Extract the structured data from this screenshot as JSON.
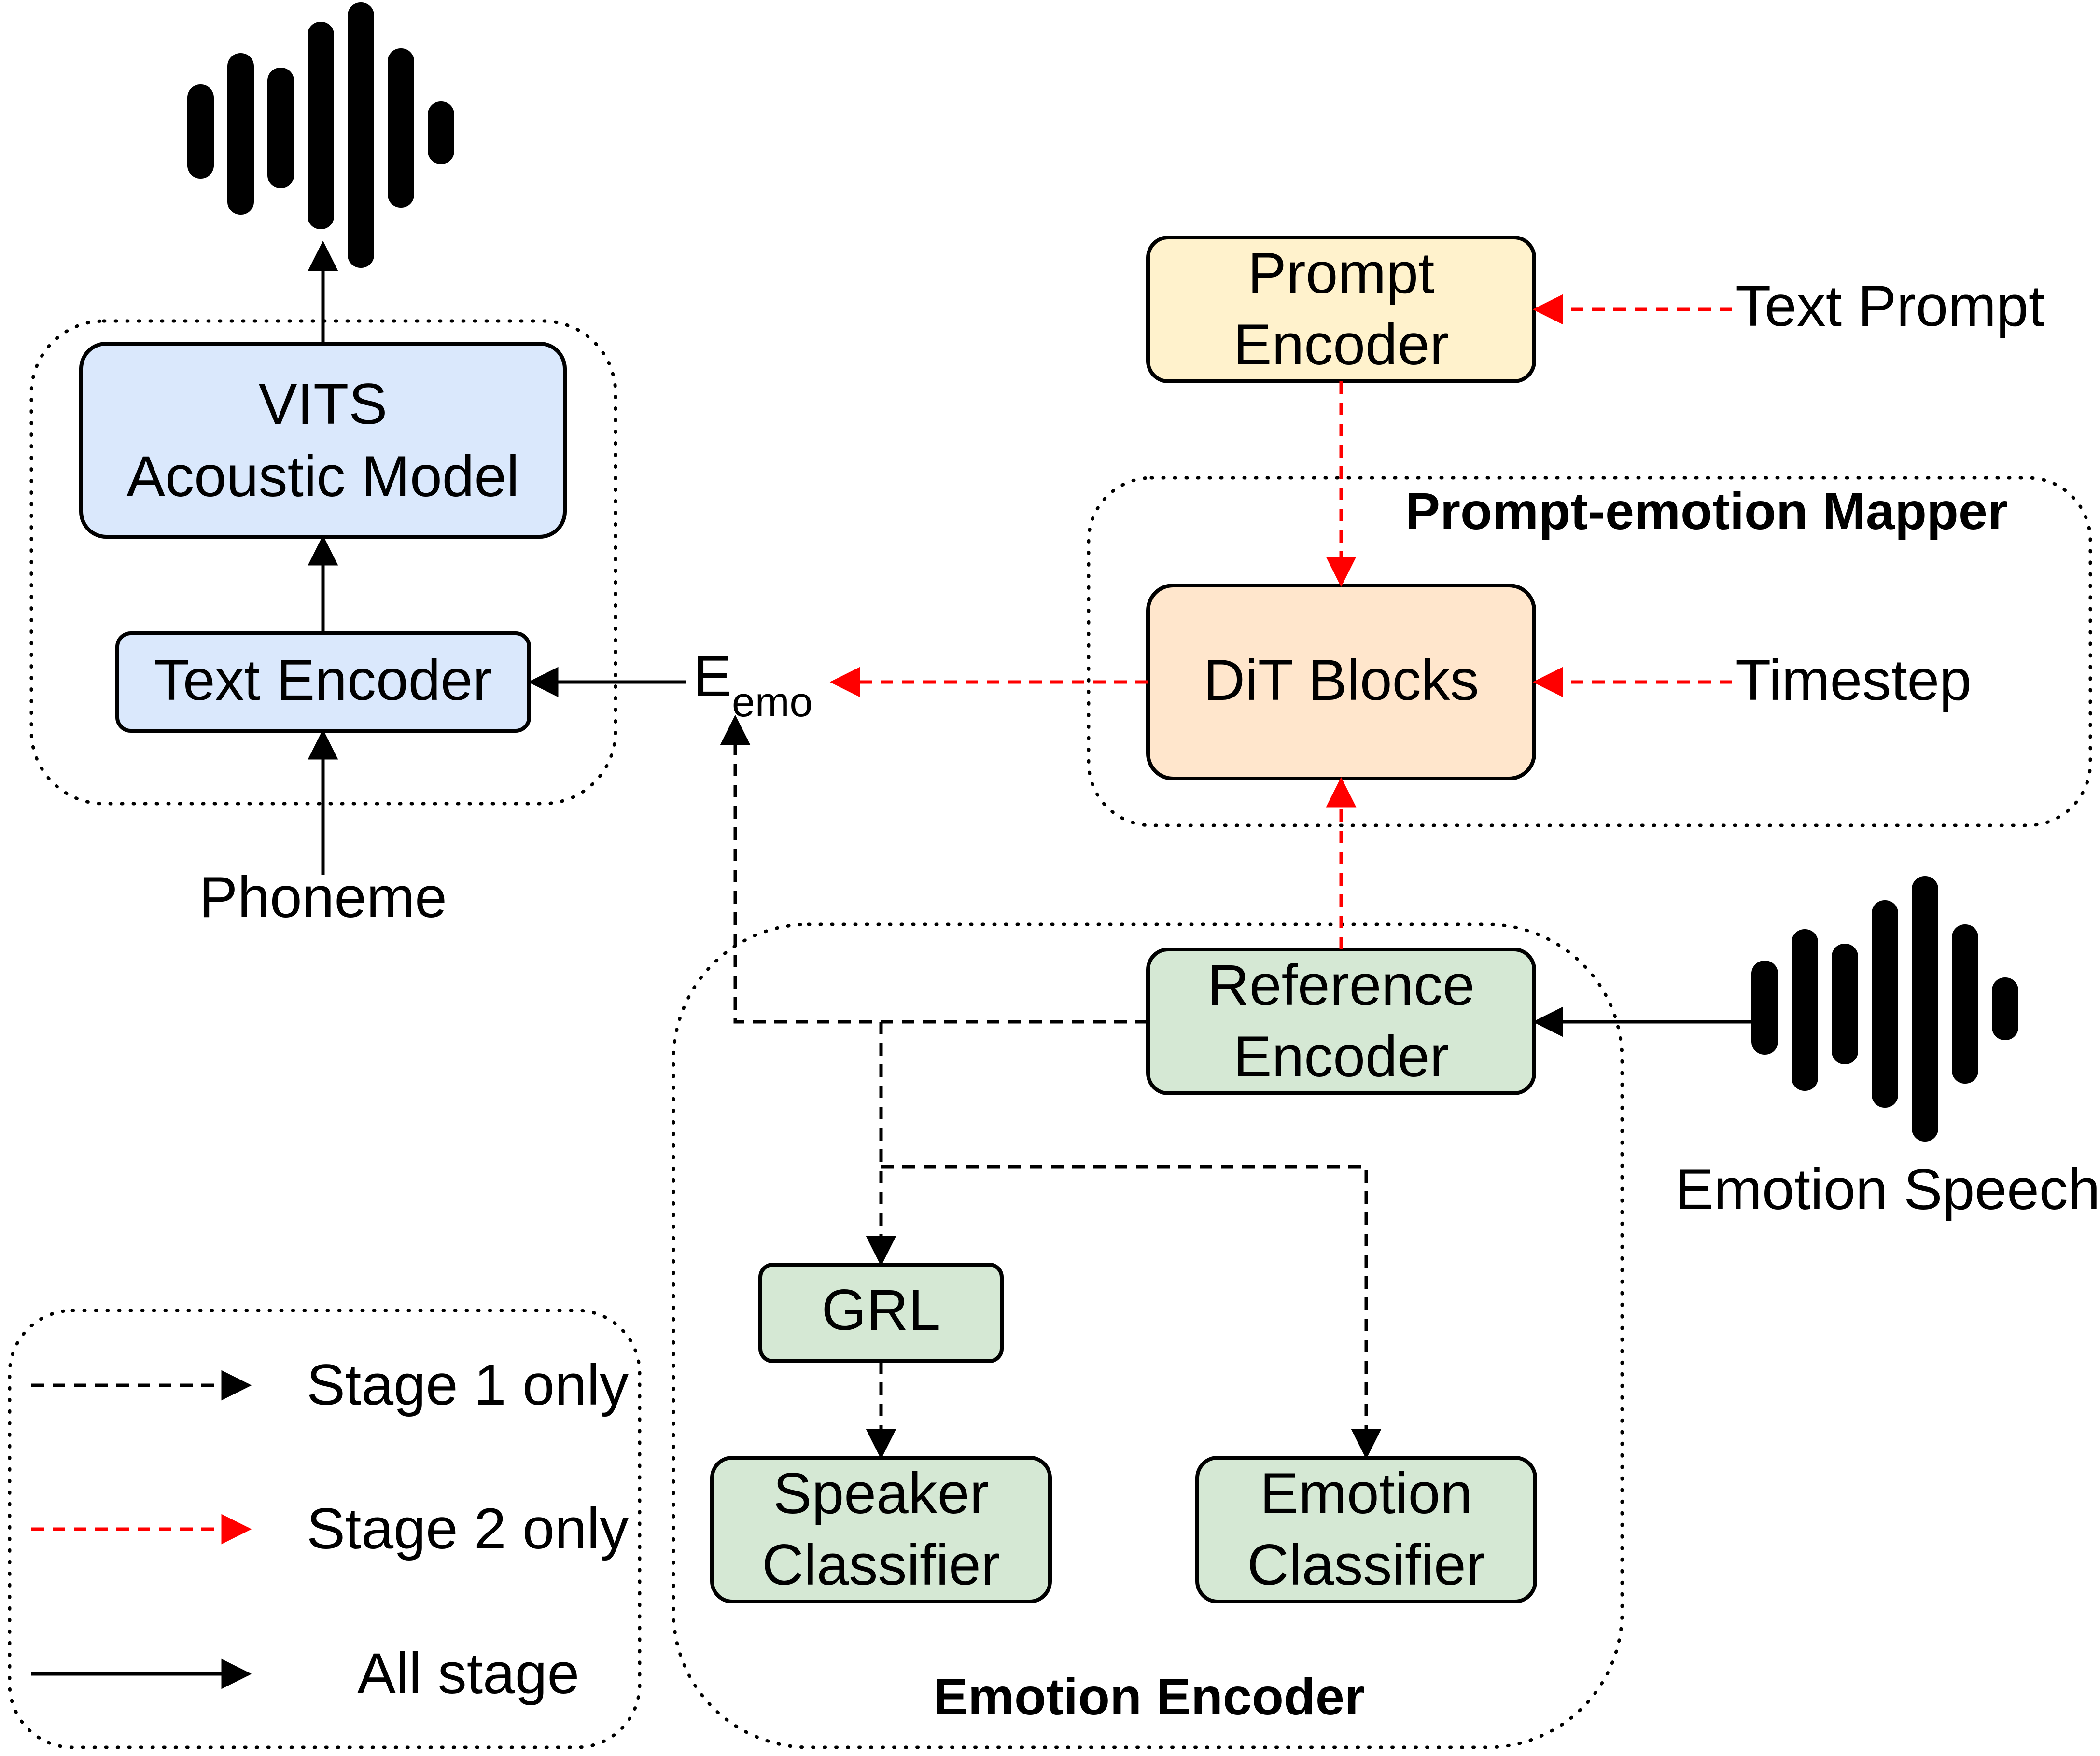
{
  "colors": {
    "vits_fill": "#dae8fc",
    "prompt_fill": "#fff2cc",
    "dit_fill": "#ffe6cc",
    "emotion_fill": "#d5e8d4",
    "stage2_red": "#ff0000",
    "line_black": "#000000"
  },
  "icons": {
    "output_wave": "waveform-icon",
    "input_wave": "waveform-icon"
  },
  "groups": {
    "prompt_emotion_mapper": "Prompt-emotion Mapper",
    "emotion_encoder": "Emotion Encoder"
  },
  "boxes": {
    "vits": [
      "VITS",
      "Acoustic Model"
    ],
    "text_encoder": "Text Encoder",
    "prompt_encoder": [
      "Prompt",
      "Encoder"
    ],
    "dit_blocks": "DiT Blocks",
    "reference_encoder": [
      "Reference",
      "Encoder"
    ],
    "grl": "GRL",
    "speaker_classifier": [
      "Speaker",
      "Classifier"
    ],
    "emotion_classifier": [
      "Emotion",
      "Classifier"
    ]
  },
  "labels": {
    "phoneme": "Phoneme",
    "e_emo_main": "E",
    "e_emo_sub": "emo",
    "text_prompt": "Text Prompt",
    "timestep": "Timestep",
    "emotion_speech": "Emotion Speech"
  },
  "legend": {
    "stage1": "Stage 1 only",
    "stage2": "Stage 2 only",
    "all": "All stage"
  }
}
